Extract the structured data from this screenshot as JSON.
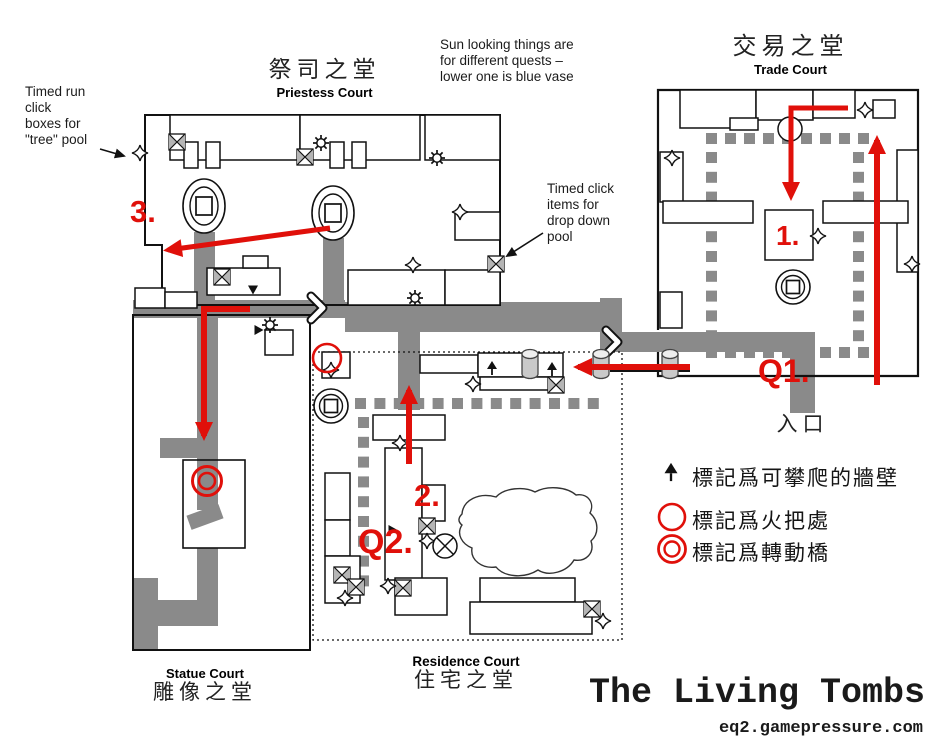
{
  "colors": {
    "red": "#e0100a",
    "corridor_gray": "#8a8a8a",
    "box_gray": "#b5b5b5",
    "ink": "#111111"
  },
  "notes": {
    "tree_pool": "Timed run\nclick\nboxes for\n\"tree\" pool",
    "sun_things": "Sun looking things are\nfor different quests –\nlower one is blue vase",
    "drop_pool": "Timed click\nitems for\ndrop down\npool"
  },
  "courts": {
    "priestess": {
      "zh": "祭司之堂",
      "en": "Priestess Court"
    },
    "trade": {
      "zh": "交易之堂",
      "en": "Trade Court"
    },
    "statue": {
      "en": "Statue Court",
      "zh": "雕像之堂"
    },
    "residence": {
      "en": "Residence Court",
      "zh": "住宅之堂"
    }
  },
  "entrance": "入口",
  "routes": {
    "n1": "1.",
    "n2": "2.",
    "n3": "3.",
    "q1": "Q1.",
    "q2": "Q2."
  },
  "legend": [
    {
      "icon": "climb-arrow-icon",
      "text": "標記爲可攀爬的牆壁"
    },
    {
      "icon": "torch-circle-icon",
      "text": "標記爲火把處"
    },
    {
      "icon": "bridge-circle-icon",
      "text": "標記爲轉動橋"
    }
  ],
  "footer": {
    "title": "The Living Tombs",
    "site": "eq2.gamepressure.com"
  }
}
